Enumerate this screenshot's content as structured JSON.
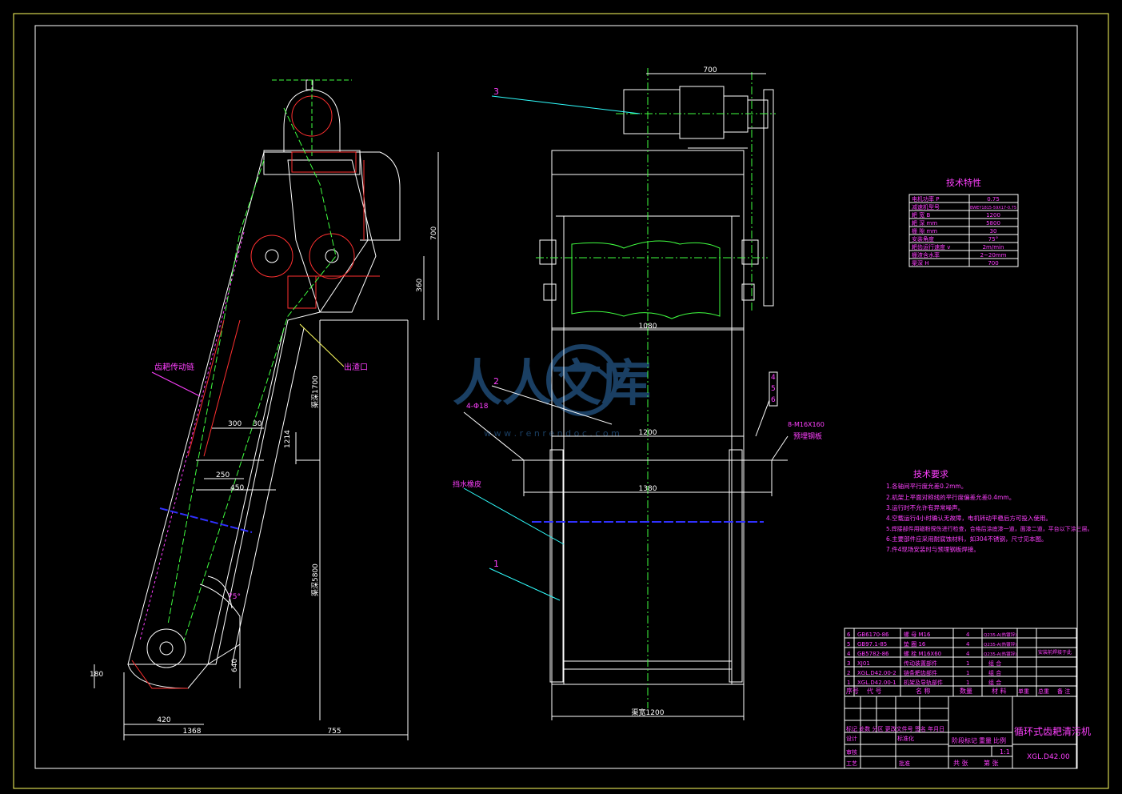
{
  "colors": {
    "background": "#000000",
    "frame": "#ffff60",
    "outline": "#ffffff",
    "centerline": "#40ff40",
    "red": "#ff3030",
    "magenta": "#ff40ff",
    "cyan": "#30ffff",
    "blue": "#3030ff",
    "watermark": "#1f4a75"
  },
  "side_view": {
    "dims": {
      "d420": "420",
      "d1368": "1368",
      "d755": "755",
      "d180": "180",
      "d300": "300",
      "d30": "30",
      "d250": "250",
      "d450": "450",
      "d1214": "1214",
      "d700": "700",
      "d360": "360",
      "d1700": "渠深1700",
      "d5800": "渠深5800",
      "d640": "640",
      "angle": "75°"
    },
    "labels": {
      "guide": "齿耙传动链",
      "outlet": "出渣口"
    }
  },
  "front_view": {
    "dims": {
      "d700": "700",
      "d1080": "1080",
      "d1200": "1200",
      "d1380": "1380",
      "width": "渠宽1200"
    },
    "callouts": {
      "c1": "1",
      "c2": "2",
      "c3": "3",
      "c4": "4",
      "c5": "5",
      "c6": "6",
      "bolts": "4-Φ18",
      "anchor": "8-M16X160",
      "anchor2": "预埋钢板",
      "baffle": "挡水橡皮"
    }
  },
  "tech_params": {
    "title": "技术特性",
    "rows": [
      [
        "电机功率 P",
        "0.75"
      ],
      [
        "减速机型号",
        "BWEY1815-59X17-0.75"
      ],
      [
        "耙 宽 B",
        "1200"
      ],
      [
        "耙 深 mm",
        "5800"
      ],
      [
        "栅 隙 mm",
        "30"
      ],
      [
        "安装角度",
        "75°"
      ],
      [
        "耙齿运行速度 v",
        "2m/min"
      ],
      [
        "栅渣含水率",
        "2~20mm"
      ],
      [
        "渠深 H",
        "700"
      ]
    ]
  },
  "tech_req": {
    "title": "技术要求",
    "items": [
      "1.各轴间平行度允差0.2mm。",
      "2.机架上平面对称线的平行度偏差允差0.4mm。",
      "3.运行时不允许有异常噪声。",
      "4.空载运行4小时确认无故障，电机转动平稳后方可投入使用。",
      "5.焊接部件用磁粉探伤进行检查，合格后涂底漆一道，面漆二道，平台以下涂三层。",
      "6.主要部件应采用耐腐蚀材料，如304不锈钢，尺寸见本图。",
      "7.件4现场安装时与预埋钢板焊接。"
    ]
  },
  "bom": {
    "rows": [
      [
        "6",
        "GB6170-86",
        "螺 母 M16",
        "4",
        "Q235-A(热镀锌)",
        ""
      ],
      [
        "5",
        "GB97.1-85",
        "垫 圈 16",
        "4",
        "Q235-A(热镀锌)",
        ""
      ],
      [
        "4",
        "GB5782-86",
        "螺 栓 M16X60",
        "4",
        "Q235-A(热镀锌)",
        "安装前焊接于此"
      ],
      [
        "3",
        "XJ01",
        "传动装置部件",
        "1",
        "组 合",
        ""
      ],
      [
        "2",
        "XGL.D42.00-2",
        "链条耙齿部件",
        "1",
        "组 合",
        ""
      ],
      [
        "1",
        "XGL.D42.00-1",
        "机架及导轨部件",
        "1",
        "组 合",
        ""
      ]
    ],
    "header": [
      "序号",
      "代 号",
      "名 称",
      "数量",
      "材 料",
      "单重",
      "总重",
      "备 注"
    ]
  },
  "title_block": {
    "name": "循环式齿耙清污机",
    "drawing_no": "XGL.D42.00",
    "scale": "1:1",
    "stage": "阶段标记",
    "weight": "重量",
    "ratio": "比例",
    "sheets_total": "共 张",
    "sheet_no": "第 张",
    "marks": "标记 处数 分区 更改文件号 签名 年月日",
    "design": "设计",
    "standard": "标准化",
    "check": "审核",
    "process": "工艺",
    "approve": "批准"
  },
  "watermark": {
    "text": "人人文库",
    "url": "w w w . r e n r e n d o c . c o m"
  }
}
